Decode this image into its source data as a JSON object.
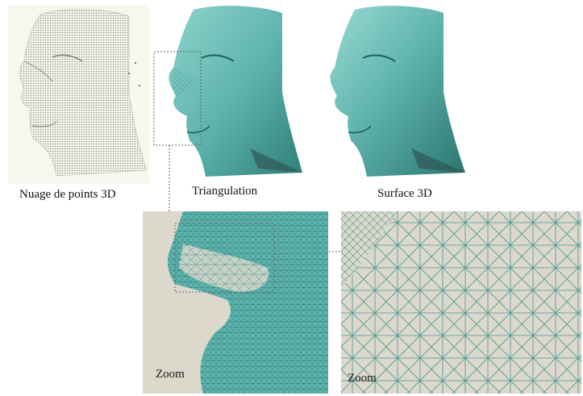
{
  "labels": {
    "point_cloud": "Nuage de points 3D",
    "triangulation": "Triangulation",
    "surface": "Surface 3D",
    "zoom_left": "Zoom",
    "zoom_right": "Zoom"
  },
  "colors": {
    "face_teal": "#5fb5ae",
    "face_teal_dark": "#2f7f78",
    "point_cloud": "#d9d9cf",
    "zoom_bg": "#dcd8cc",
    "mesh_line": "#3f8f88",
    "dotted_guide": "#666666"
  }
}
